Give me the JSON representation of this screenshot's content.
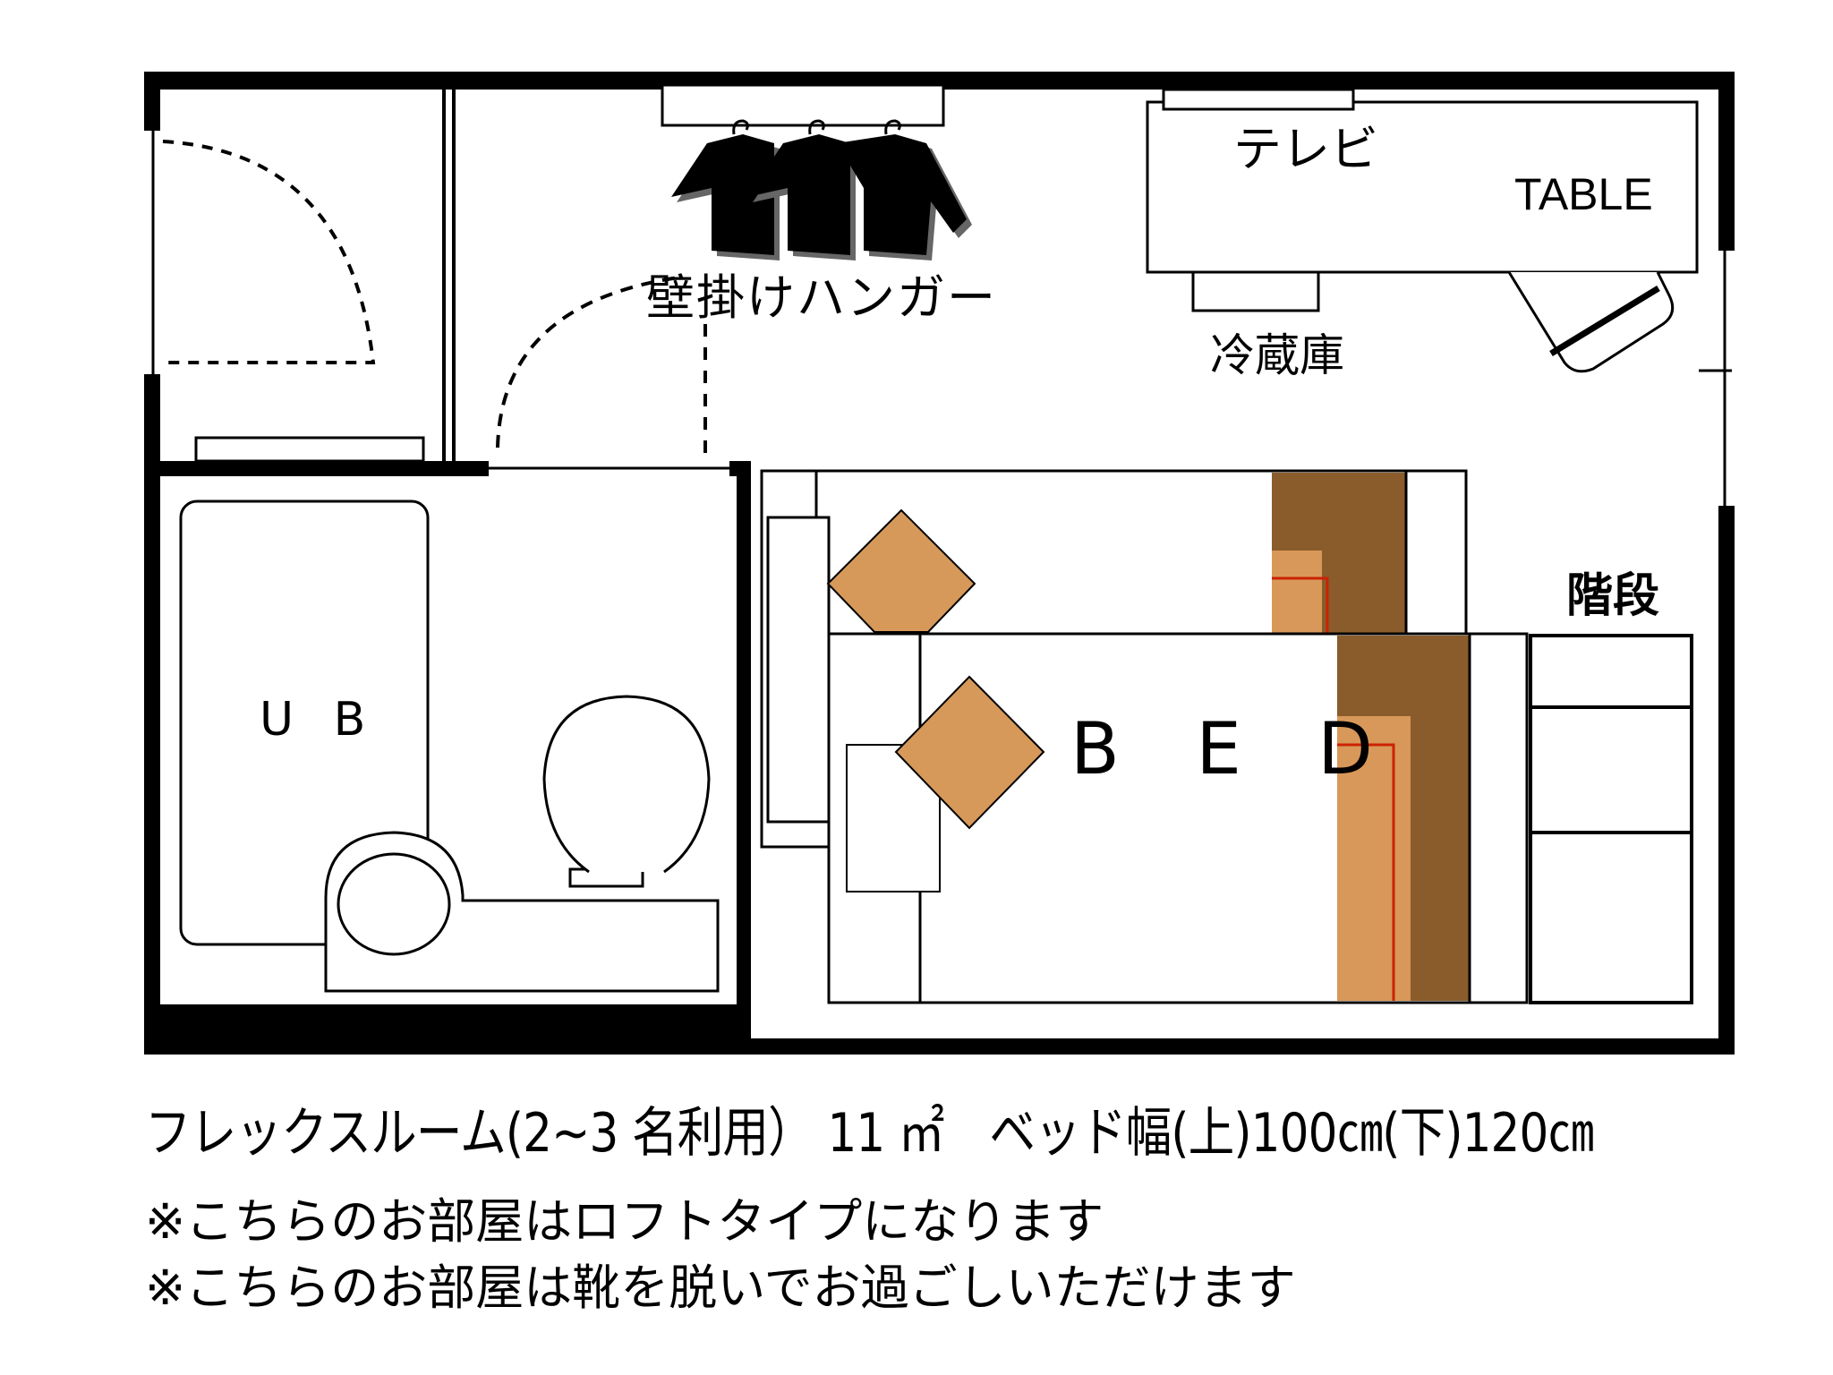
{
  "floor_plan": {
    "rooms": {
      "unit_bath": {
        "label": "U B"
      },
      "bed": {
        "label": "B E D"
      }
    },
    "furniture": {
      "tv": {
        "label": "テレビ"
      },
      "table": {
        "label": "TABLE"
      },
      "fridge": {
        "label": "冷蔵庫"
      },
      "wall_hanger": {
        "label": "壁掛けハンガー"
      },
      "stairs": {
        "label": "階段"
      }
    },
    "colors": {
      "wall": "#000000",
      "headboard_dark": "#8a5c2b",
      "headboard_light": "#d8985a",
      "pillow": "#d6995a",
      "accent_line": "#cc2200",
      "shirt_shadow": "#666666"
    }
  },
  "caption": {
    "title": "フレックスルーム(2~3 名利用） 11 ㎡　ベッド幅(上)100㎝(下)120㎝",
    "notes": [
      "※こちらのお部屋はロフトタイプになります",
      "※こちらのお部屋は靴を脱いでお過ごしいただけます"
    ]
  }
}
